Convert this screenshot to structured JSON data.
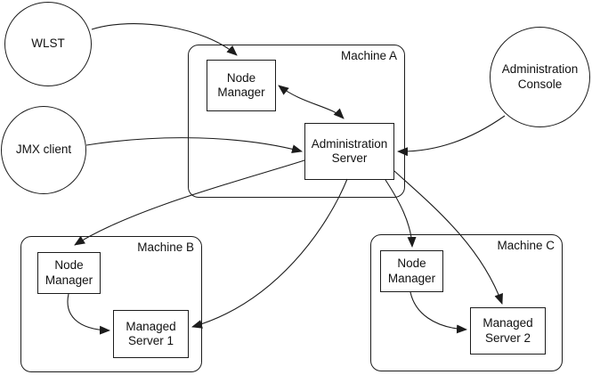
{
  "colors": {
    "background": "#ffffff",
    "stroke": "#1c1c1c",
    "text": "#111111"
  },
  "nodes": {
    "wlst": {
      "label": "WLST",
      "shape": "ellipse"
    },
    "jmx_client": {
      "label": "JMX client",
      "shape": "ellipse"
    },
    "admin_console": {
      "label": "Administration Console",
      "shape": "ellipse"
    },
    "machine_a": {
      "label": "Machine A",
      "shape": "rounded-rect"
    },
    "machine_b": {
      "label": "Machine B",
      "shape": "rounded-rect"
    },
    "machine_c": {
      "label": "Machine C",
      "shape": "rounded-rect"
    },
    "node_manager_a": {
      "label": "Node Manager",
      "shape": "rect",
      "inside": "Machine A"
    },
    "admin_server": {
      "label": "Administration Server",
      "shape": "rect",
      "inside": "Machine A"
    },
    "node_manager_b": {
      "label": "Node Manager",
      "shape": "rect",
      "inside": "Machine B"
    },
    "managed_server_1": {
      "label": "Managed Server 1",
      "shape": "rect",
      "inside": "Machine B"
    },
    "node_manager_c": {
      "label": "Node Manager",
      "shape": "rect",
      "inside": "Machine C"
    },
    "managed_server_2": {
      "label": "Managed Server 2",
      "shape": "rect",
      "inside": "Machine C"
    }
  },
  "edges": [
    {
      "from": "WLST",
      "to": "Node Manager (Machine A)",
      "arrows": "one-way"
    },
    {
      "from": "Node Manager (Machine A)",
      "to": "Administration Server",
      "arrows": "two-way"
    },
    {
      "from": "JMX client",
      "to": "Administration Server",
      "arrows": "one-way"
    },
    {
      "from": "Administration Console",
      "to": "Administration Server",
      "arrows": "one-way"
    },
    {
      "from": "Administration Server",
      "to": "Node Manager (Machine B)",
      "arrows": "one-way"
    },
    {
      "from": "Administration Server",
      "to": "Managed Server 1",
      "arrows": "one-way"
    },
    {
      "from": "Administration Server",
      "to": "Node Manager (Machine C)",
      "arrows": "one-way"
    },
    {
      "from": "Administration Server",
      "to": "Managed Server 2",
      "arrows": "one-way"
    },
    {
      "from": "Node Manager (Machine B)",
      "to": "Managed Server 1",
      "arrows": "one-way"
    },
    {
      "from": "Node Manager (Machine C)",
      "to": "Managed Server 2",
      "arrows": "one-way"
    }
  ]
}
